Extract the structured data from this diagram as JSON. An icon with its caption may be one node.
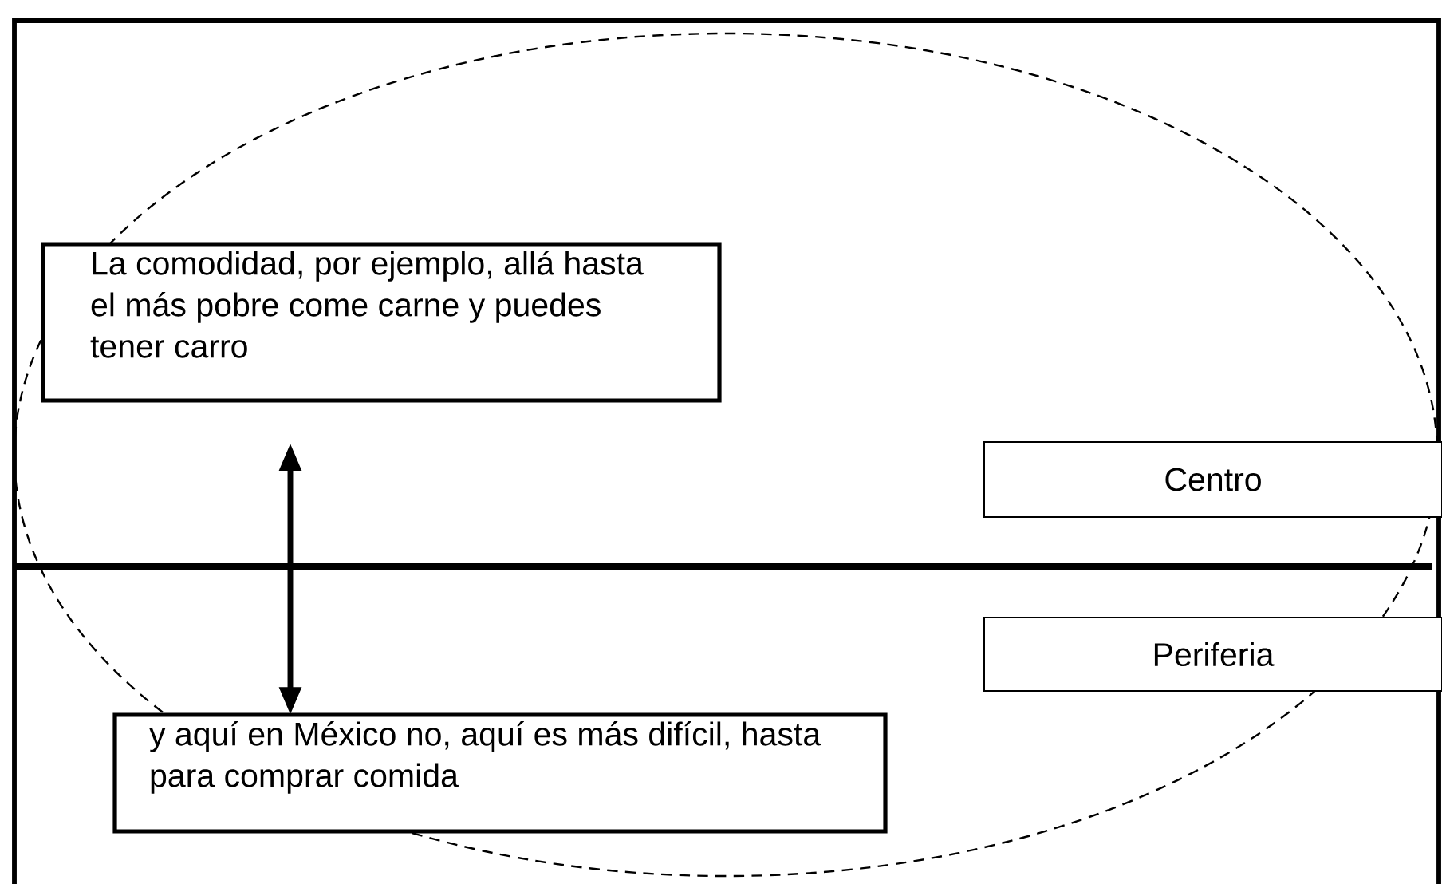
{
  "diagram": {
    "nodes": [
      {
        "text": [
          "La comodidad, por ejemplo, allá hasta el más pobre come carne y puedes tener carro"
        ]
      },
      {
        "text": [
          "Centro"
        ]
      },
      {
        "text": [
          "Periferia"
        ]
      },
      {
        "text": [
          "y aquí en México no, aquí es más difícil, hasta para comprar comida"
        ]
      }
    ],
    "edges": [
      {
        "from": 0,
        "to": 3,
        "arrow": "both"
      }
    ]
  }
}
